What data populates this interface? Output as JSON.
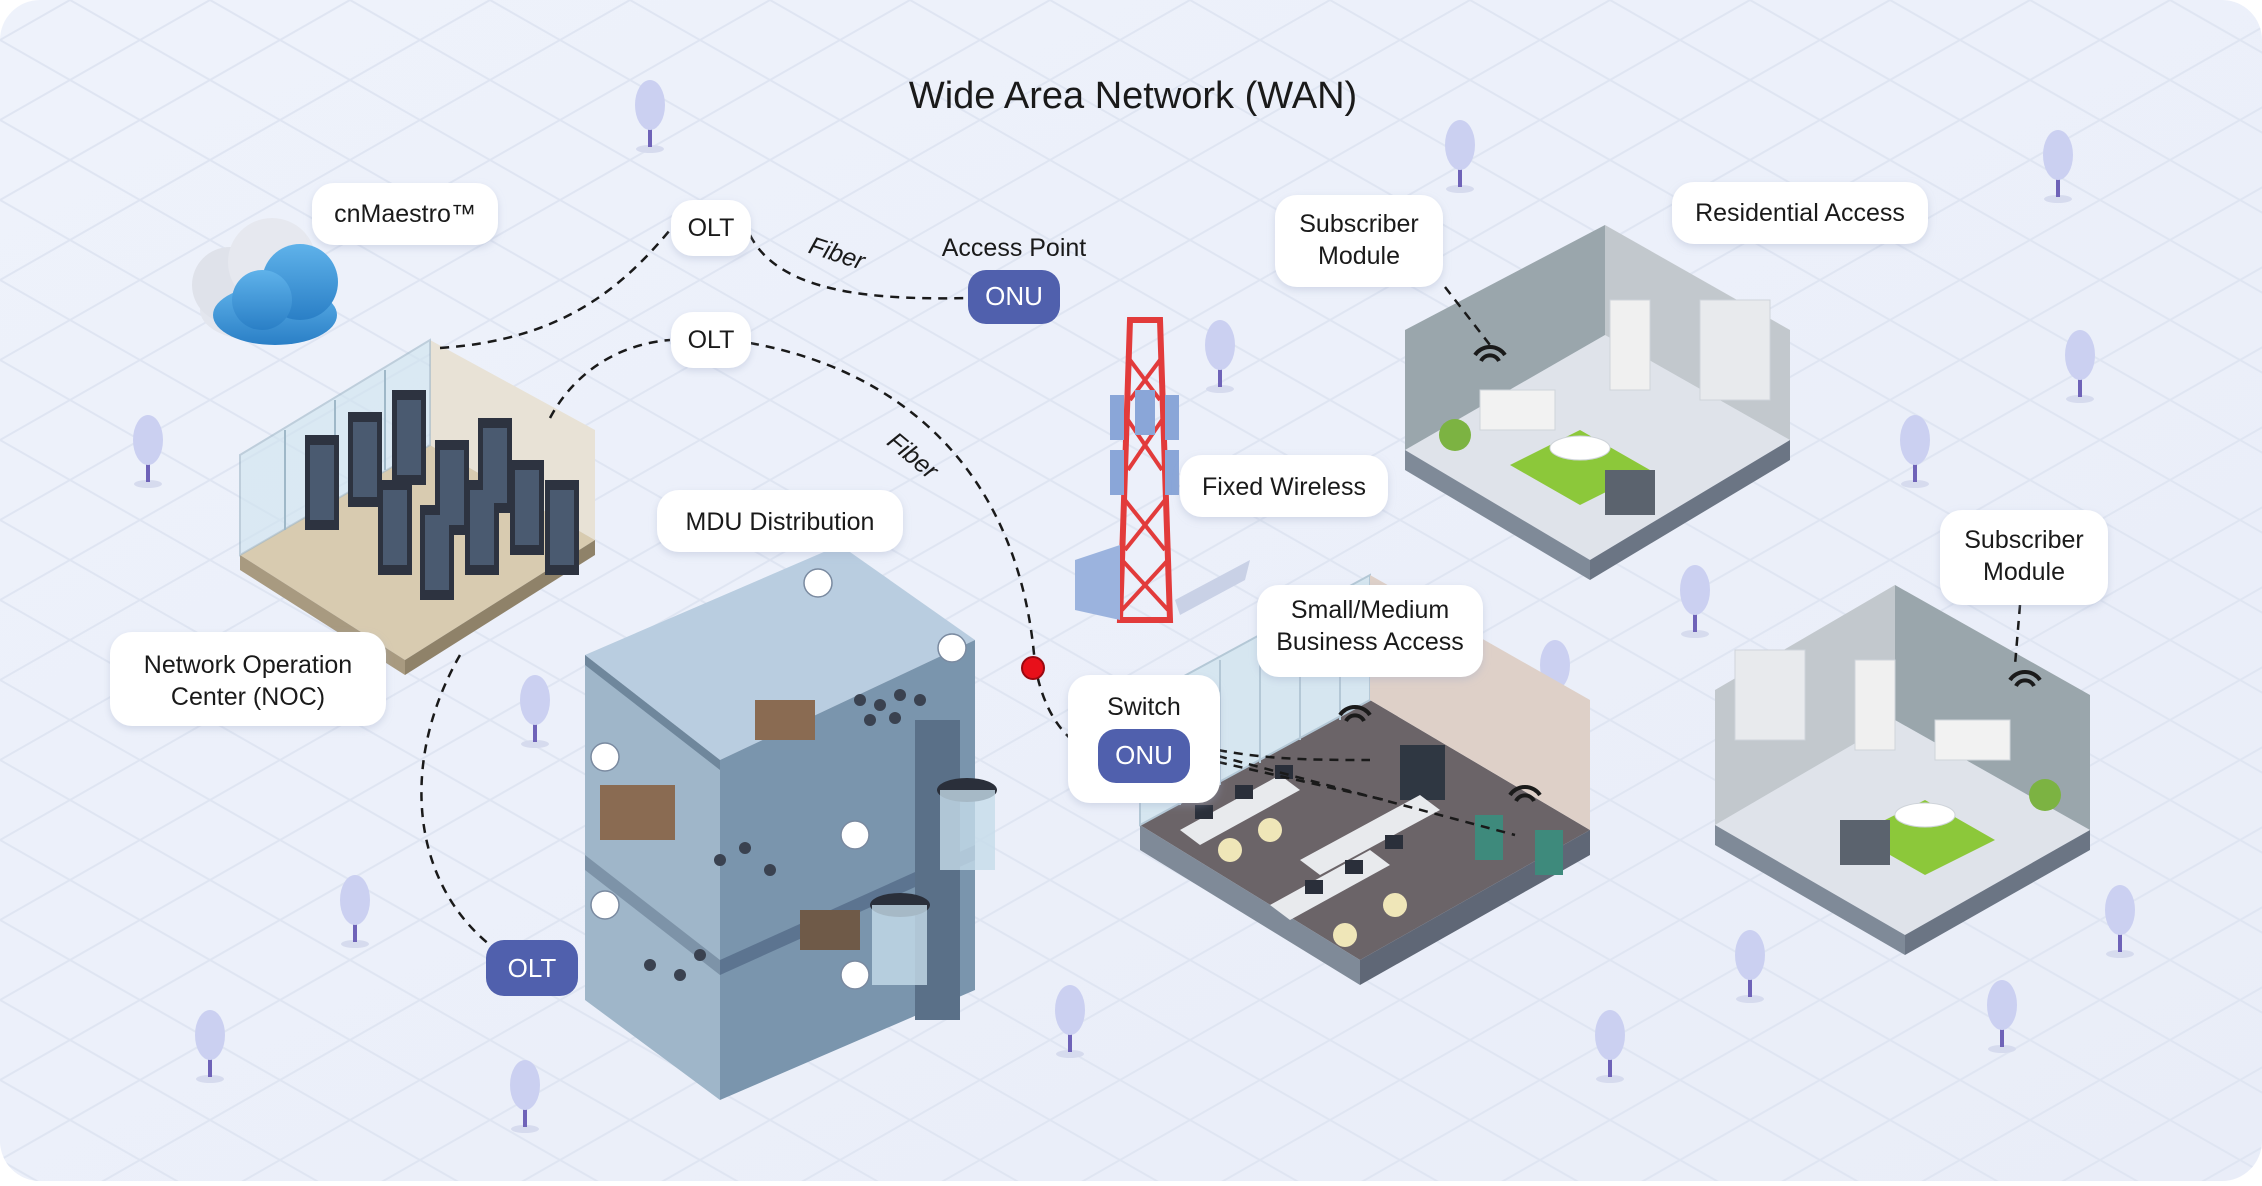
{
  "title": "Wide Area Network (WAN)",
  "labels": {
    "cnmaestro": "cnMaestro™",
    "olt_top": "OLT",
    "olt_mid": "OLT",
    "access_point": "Access Point",
    "onu_access": "ONU",
    "fiber_top": "Fiber",
    "fiber_mid": "Fiber",
    "fixed_wireless": "Fixed Wireless",
    "mdu_distribution": "MDU Distribution",
    "noc_line1": "Network Operation",
    "noc_line2": "Center (NOC)",
    "olt_bottom": "OLT",
    "switch": "Switch",
    "onu_switch": "ONU",
    "smb_line1": "Small/Medium",
    "smb_line2": "Business Access",
    "sub_module_top_line1": "Subscriber",
    "sub_module_top_line2": "Module",
    "residential_access": "Residential Access",
    "sub_module_right_line1": "Subscriber",
    "sub_module_right_line2": "Module"
  },
  "colors": {
    "pill": "#5060ad",
    "background": "#eef1fa",
    "grid": "#dde3f1",
    "tree": "#c8cdf0",
    "tower": "#e23b3b",
    "panel": "#8aa6d8",
    "fiber_dot": "#e8101a"
  }
}
